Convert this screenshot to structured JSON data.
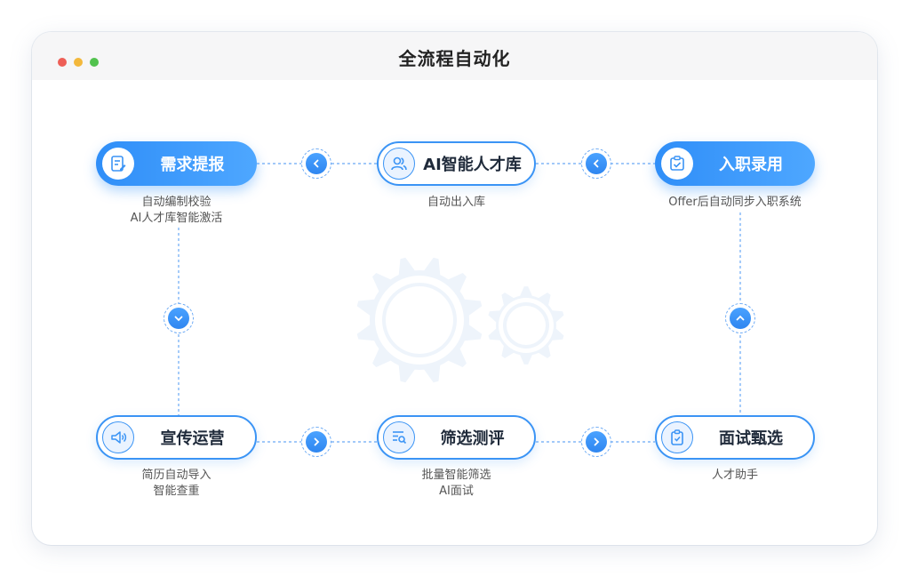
{
  "window": {
    "title": "全流程自动化"
  },
  "nodes": [
    {
      "id": "demand",
      "label": "需求提报",
      "icon": "edit-document-icon",
      "style": "filled",
      "captions": [
        "自动编制校验",
        "AI人才库智能激活"
      ]
    },
    {
      "id": "talent",
      "label": "AI智能人才库",
      "icon": "users-icon",
      "style": "outline",
      "captions": [
        "自动出入库"
      ]
    },
    {
      "id": "onboard",
      "label": "入职录用",
      "icon": "clipboard-check-icon",
      "style": "filled",
      "captions": [
        "Offer后自动同步入职系统"
      ]
    },
    {
      "id": "promo",
      "label": "宣传运营",
      "icon": "megaphone-icon",
      "style": "outline",
      "captions": [
        "简历自动导入",
        "智能查重"
      ]
    },
    {
      "id": "screen",
      "label": "筛选测评",
      "icon": "search-list-icon",
      "style": "outline",
      "captions": [
        "批量智能筛选",
        "AI面试"
      ]
    },
    {
      "id": "interview",
      "label": "面试甄选",
      "icon": "clipboard-icon",
      "style": "outline",
      "captions": [
        "人才助手"
      ]
    }
  ],
  "arrows": [
    {
      "id": "onboard-to-talent",
      "direction": "left",
      "icon": "chevron-left-icon"
    },
    {
      "id": "talent-to-demand",
      "direction": "left",
      "icon": "chevron-left-icon"
    },
    {
      "id": "demand-to-promo",
      "direction": "down",
      "icon": "chevron-down-icon"
    },
    {
      "id": "promo-to-screen",
      "direction": "right",
      "icon": "chevron-right-icon"
    },
    {
      "id": "screen-to-interview",
      "direction": "right",
      "icon": "chevron-right-icon"
    },
    {
      "id": "interview-to-onboard",
      "direction": "up",
      "icon": "chevron-up-icon"
    }
  ],
  "colors": {
    "accent": "#2f8ef8",
    "accent_light": "#4ea7ff",
    "gear": "#eef4fb"
  }
}
